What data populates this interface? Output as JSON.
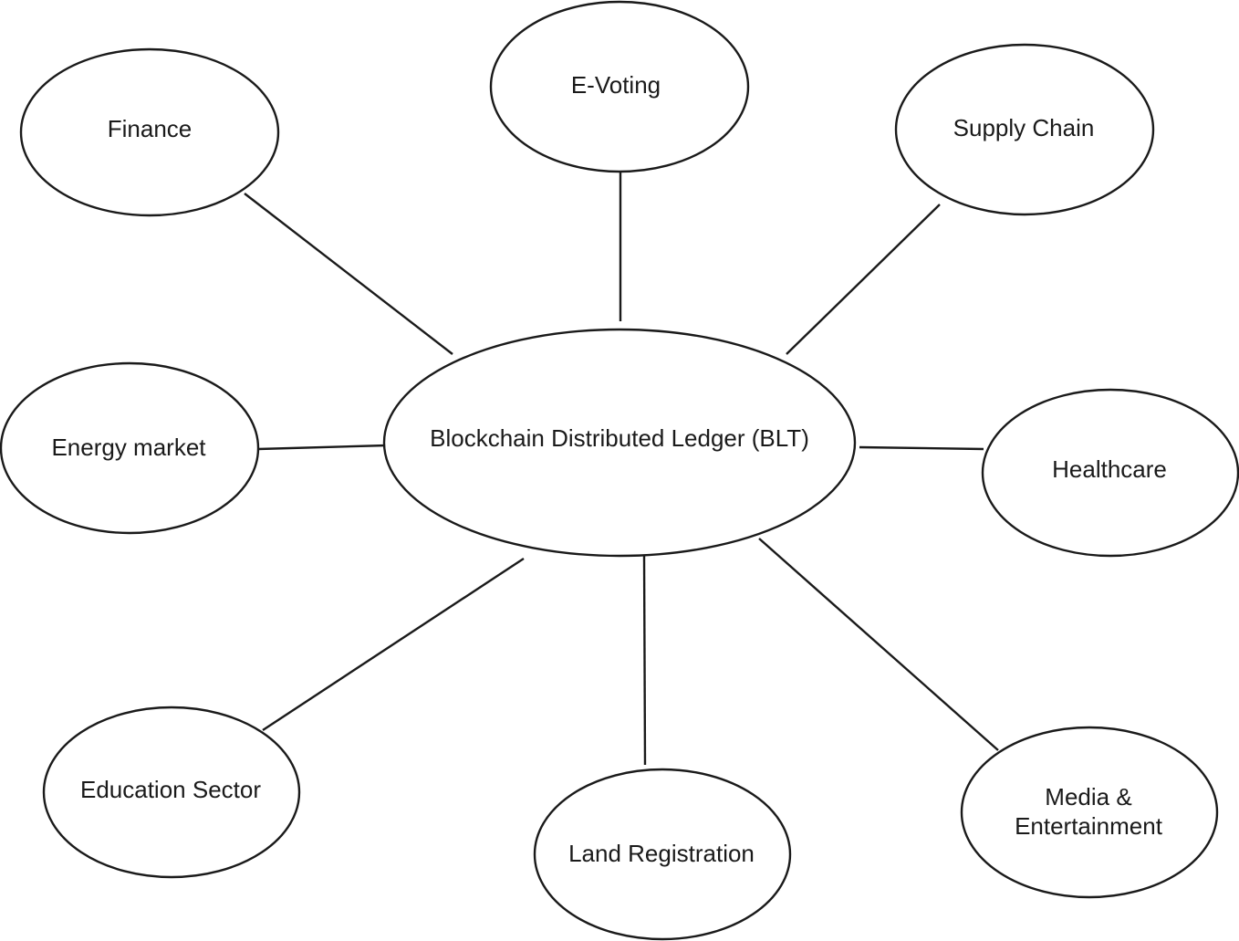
{
  "diagram": {
    "center": {
      "label": "Blockchain Distributed Ledger (BLT)"
    },
    "nodes": [
      {
        "id": "finance",
        "lines": [
          "Finance"
        ]
      },
      {
        "id": "e-voting",
        "lines": [
          "E-Voting"
        ]
      },
      {
        "id": "supply-chain",
        "lines": [
          "Supply Chain"
        ]
      },
      {
        "id": "energy-market",
        "lines": [
          "Energy market"
        ]
      },
      {
        "id": "healthcare",
        "lines": [
          "Healthcare"
        ]
      },
      {
        "id": "education-sector",
        "lines": [
          "Education Sector"
        ]
      },
      {
        "id": "land-registration",
        "lines": [
          "Land Registration"
        ]
      },
      {
        "id": "media-entertainment",
        "lines": [
          "Media &",
          "Entertainment"
        ]
      }
    ],
    "colors": {
      "stroke": "#1a1a1a",
      "fill": "#ffffff",
      "text": "#1a1a1a"
    }
  }
}
